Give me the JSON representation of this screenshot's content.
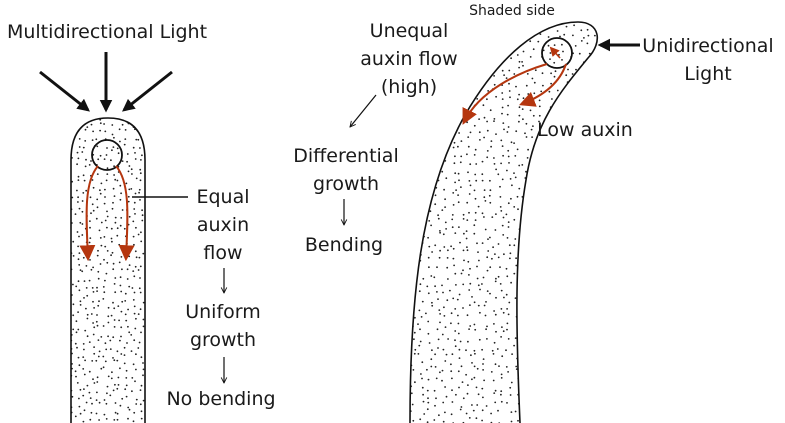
{
  "left": {
    "light_label": "Multidirectional Light",
    "label_lines": [
      "Equal",
      "auxin",
      "flow"
    ],
    "result_lines": [
      "Uniform",
      "growth"
    ],
    "outcome": "No bending"
  },
  "right": {
    "shaded_label": "Shaded side",
    "light_lines": [
      "Unidirectional",
      "Light"
    ],
    "unequal_lines": [
      "Unequal",
      "auxin flow",
      "(high)"
    ],
    "low_auxin": "Low auxin",
    "result_lines": [
      "Differential",
      "growth"
    ],
    "outcome": "Bending"
  },
  "colors": {
    "auxin_arrow": "#b5360f",
    "ink": "#111111"
  }
}
